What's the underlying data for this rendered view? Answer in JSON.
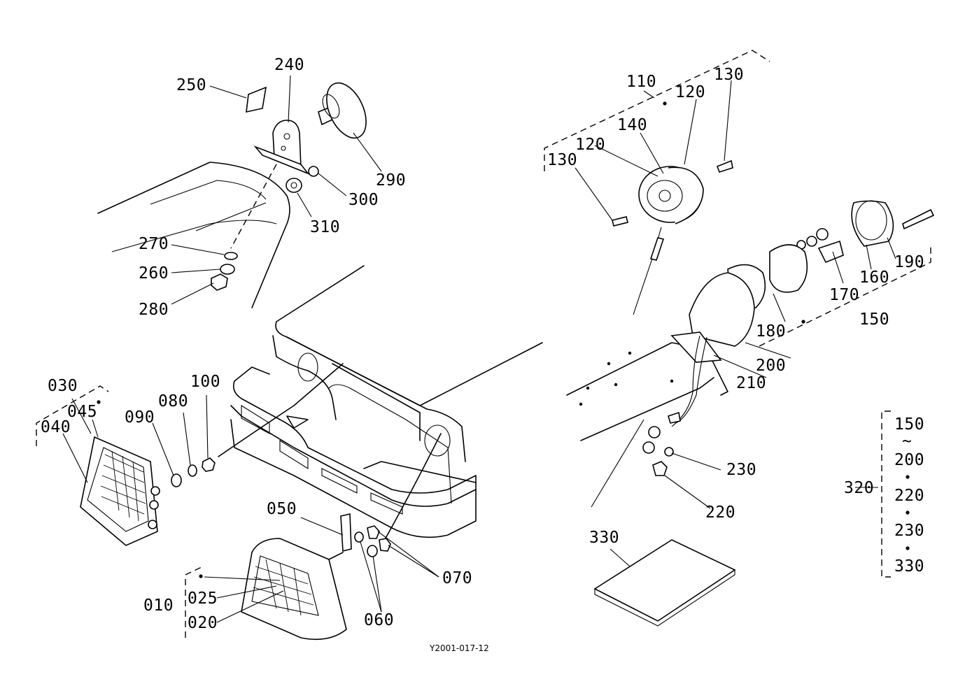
{
  "labels": {
    "p250": "250",
    "p240": "240",
    "p290": "290",
    "p300": "300",
    "p310": "310",
    "p270": "270",
    "p260": "260",
    "p280": "280",
    "p110": "110",
    "p130a": "130",
    "p120a": "120",
    "p140": "140",
    "p120b": "120",
    "p130b": "130",
    "p190": "190",
    "p160": "160",
    "p170": "170",
    "p180": "180",
    "p150": "150",
    "p200": "200",
    "p210": "210",
    "p030": "030",
    "p045": "045",
    "p040": "040",
    "p090": "090",
    "p080": "080",
    "p100": "100",
    "p050": "050",
    "p070": "070",
    "p060": "060",
    "p010": "010",
    "p025": "025",
    "p020": "020",
    "p230": "230",
    "p220": "220",
    "p330": "330"
  },
  "legend": {
    "group_label": "320",
    "items": [
      "150",
      "~",
      "200",
      "•",
      "220",
      "•",
      "230",
      "•",
      "330"
    ]
  },
  "drawing_code": "Y2001-017-12"
}
